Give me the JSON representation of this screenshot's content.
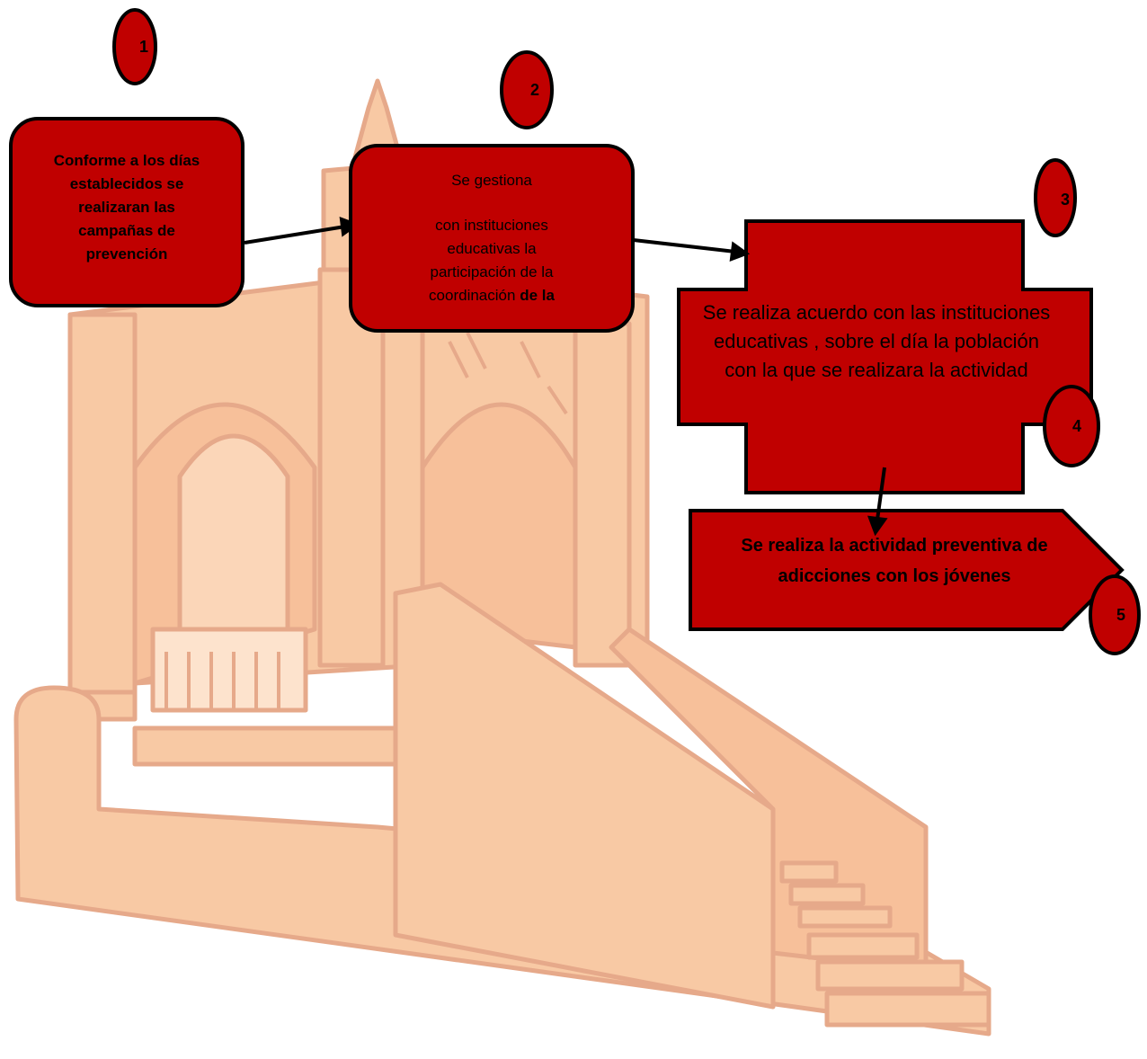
{
  "steps": [
    {
      "number": "1",
      "text": "Conforme a los días establecidos se realizaran las campañas de prevención"
    },
    {
      "number": "2",
      "text_line1": "Se gestiona",
      "text_line2": "con instituciones educativas la participación de la coordinación",
      "text_bold": "de la"
    },
    {
      "number": "3",
      "text": "Se realiza acuerdo con las instituciones educativas , sobre el día la población con la que se realizara la actividad"
    },
    {
      "number": "4"
    },
    {
      "number": "5",
      "text": "Se realiza la actividad preventiva de adicciones con los jóvenes"
    }
  ],
  "colors": {
    "box_fill": "#c00000",
    "outline": "#000000",
    "watermark": "#f8c9a4",
    "watermark_stroke": "#e6a98a"
  }
}
